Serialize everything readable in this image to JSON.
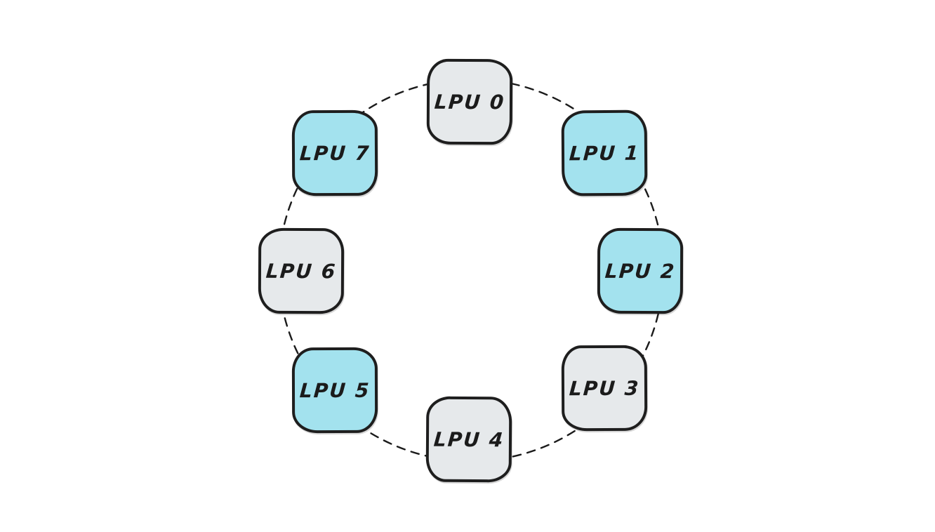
{
  "diagram": {
    "background_color": "#ffffff",
    "ring": {
      "shape": "circle",
      "line_style": "dashed",
      "stroke_color": "#1b1b1b"
    },
    "palette": {
      "cyan_fill": "#a3e2ee",
      "gray_fill": "#e6e9eb",
      "node_border": "#1e1e1e",
      "label_color": "#1b1b1b"
    },
    "nodes": [
      {
        "label": "LPU 0",
        "color": "gray"
      },
      {
        "label": "LPU 1",
        "color": "cyan"
      },
      {
        "label": "LPU 2",
        "color": "cyan"
      },
      {
        "label": "LPU 3",
        "color": "gray"
      },
      {
        "label": "LPU 4",
        "color": "gray"
      },
      {
        "label": "LPU 5",
        "color": "cyan"
      },
      {
        "label": "LPU 6",
        "color": "gray"
      },
      {
        "label": "LPU 7",
        "color": "cyan"
      }
    ],
    "edges": [
      [
        "LPU 0",
        "LPU 1"
      ],
      [
        "LPU 1",
        "LPU 2"
      ],
      [
        "LPU 2",
        "LPU 3"
      ],
      [
        "LPU 3",
        "LPU 4"
      ],
      [
        "LPU 4",
        "LPU 5"
      ],
      [
        "LPU 5",
        "LPU 6"
      ],
      [
        "LPU 6",
        "LPU 7"
      ],
      [
        "LPU 7",
        "LPU 0"
      ]
    ]
  }
}
